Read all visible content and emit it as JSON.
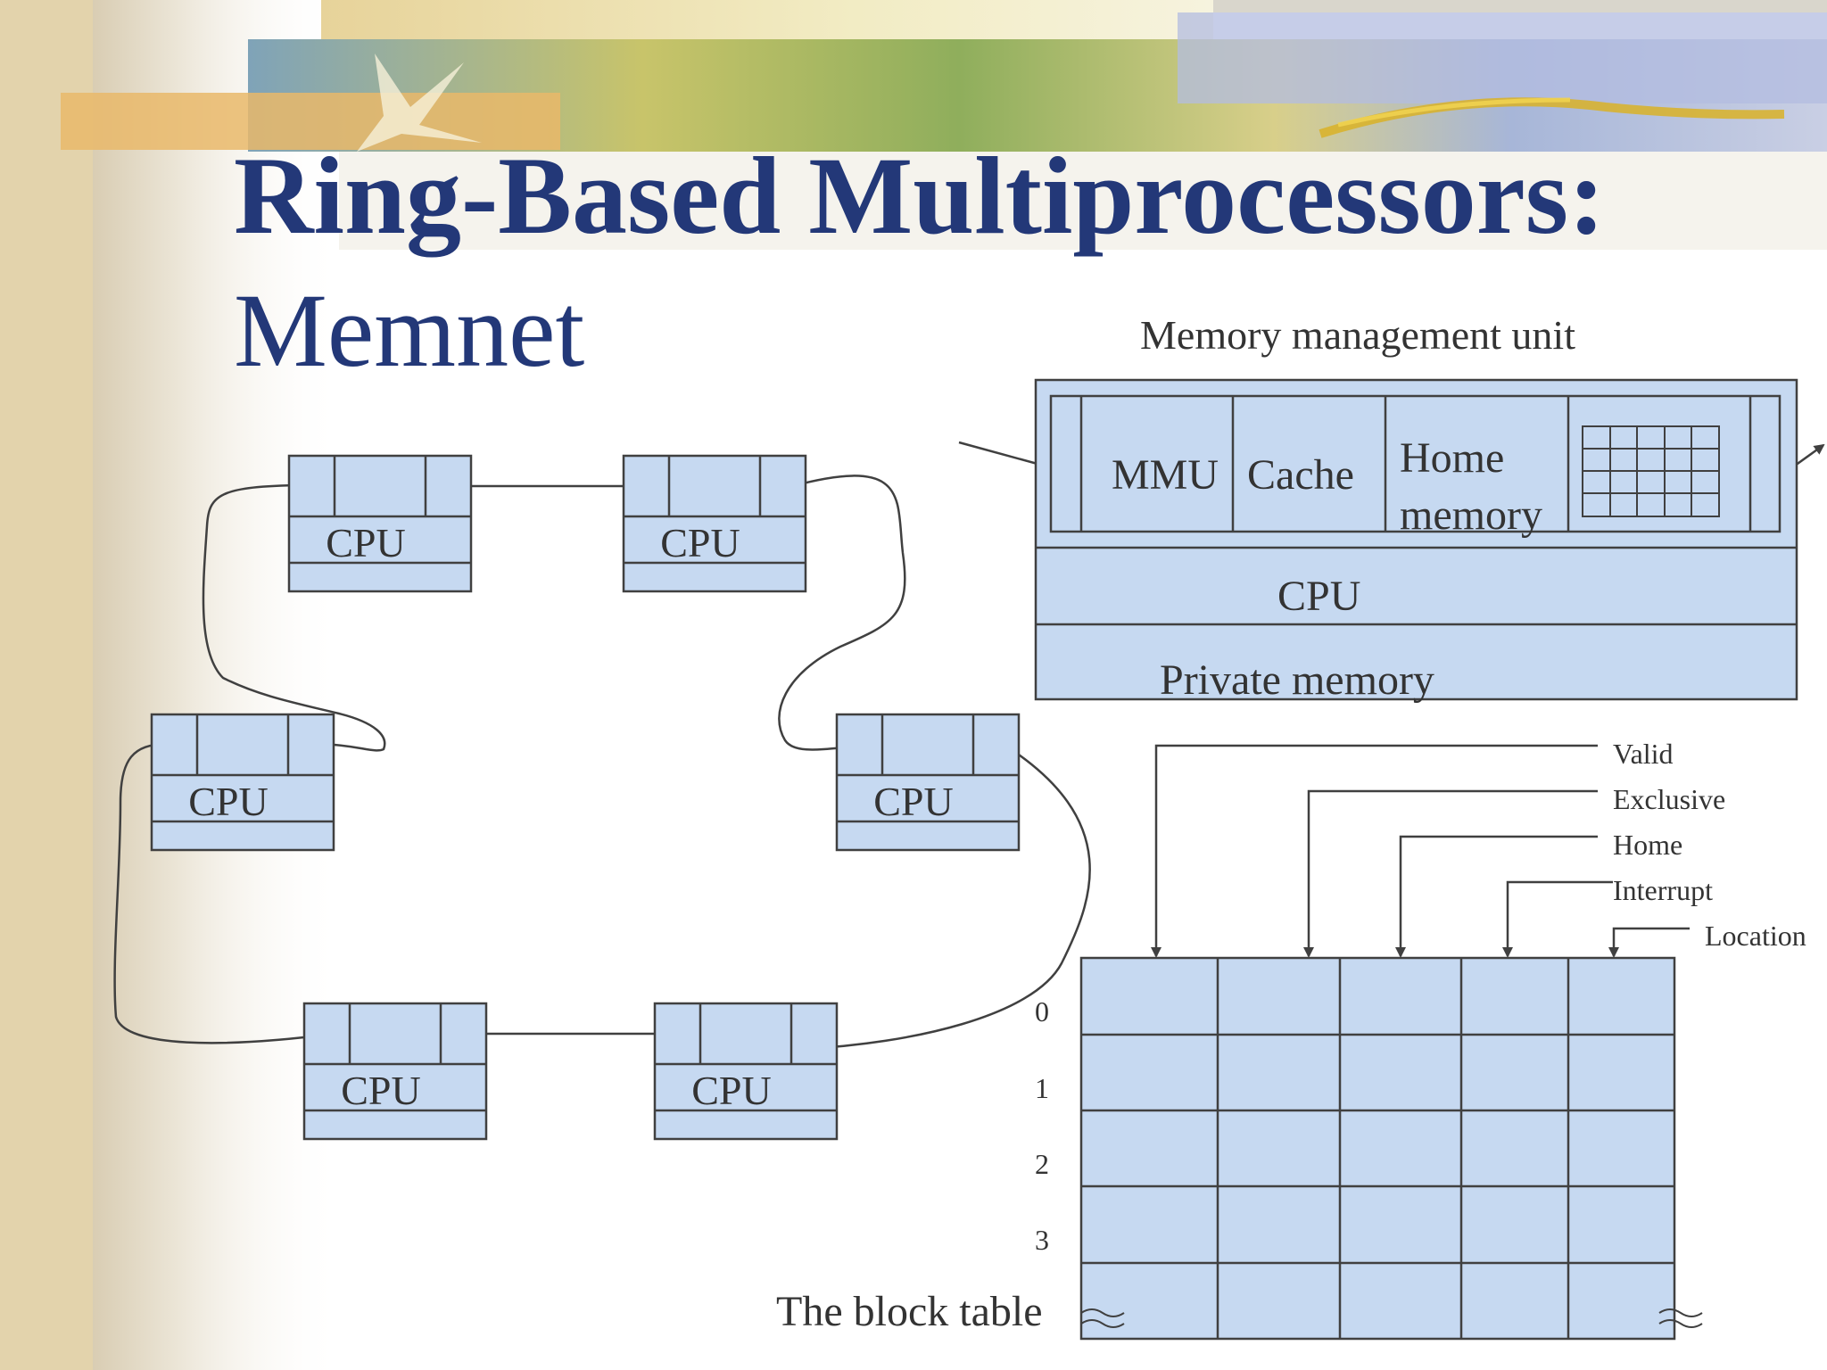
{
  "slide": {
    "title_line1": "Ring-Based Multiprocessors:",
    "title_line2": "Memnet"
  },
  "ring": {
    "node_label": "CPU",
    "node_count": 6
  },
  "mmu_unit": {
    "caption": "Memory management unit",
    "mmu_label": "MMU",
    "cache_label": "Cache",
    "home_memory_line1": "Home",
    "home_memory_line2": "memory",
    "cpu_label": "CPU",
    "private_memory_label": "Private memory"
  },
  "block_table": {
    "caption": "The block table",
    "columns": [
      "Valid",
      "Exclusive",
      "Home",
      "Interrupt",
      "Location"
    ],
    "row_indices": [
      "0",
      "1",
      "2",
      "3"
    ]
  },
  "colors": {
    "title": "#233878",
    "box_fill": "#c6d9f1",
    "line": "#404040",
    "text": "#333333"
  }
}
